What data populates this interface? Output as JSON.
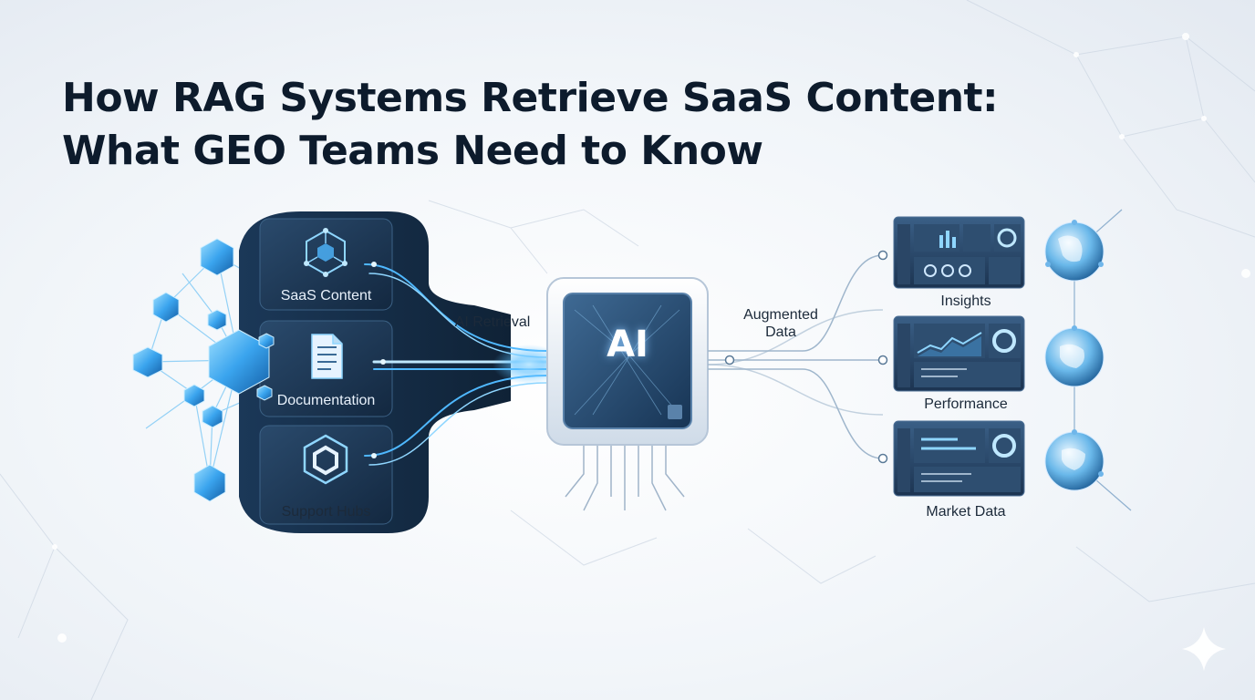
{
  "title": {
    "line1": "How RAG Systems Retrieve SaaS Content:",
    "line2": "What GEO Teams Need to Know"
  },
  "sources": [
    {
      "label": "SaaS Content",
      "icon": "hexagon-cube-icon"
    },
    {
      "label": "Documentation",
      "icon": "document-icon"
    },
    {
      "label": "Support Hubs",
      "icon": "support-cube-icon"
    }
  ],
  "flow_labels": {
    "retrieval": "AI Retrieval",
    "augmented_line1": "Augmented",
    "augmented_line2": "Data"
  },
  "processor": {
    "label": "AI",
    "icon": "ai-chip-icon"
  },
  "outputs": [
    {
      "label": "Insights",
      "icon": "dashboard-icon"
    },
    {
      "label": "Performance",
      "icon": "dashboard-icon"
    },
    {
      "label": "Market Data",
      "icon": "dashboard-icon"
    }
  ],
  "globes": {
    "icon": "globe-icon"
  },
  "watermark": {
    "icon": "sparkle-icon"
  },
  "colors": {
    "title": "#0d1b2c",
    "panel_dark": "#1d3550",
    "accent_glow": "#4fb8ff",
    "crystal": "#3aa4ee",
    "background": "#eef2f7"
  }
}
